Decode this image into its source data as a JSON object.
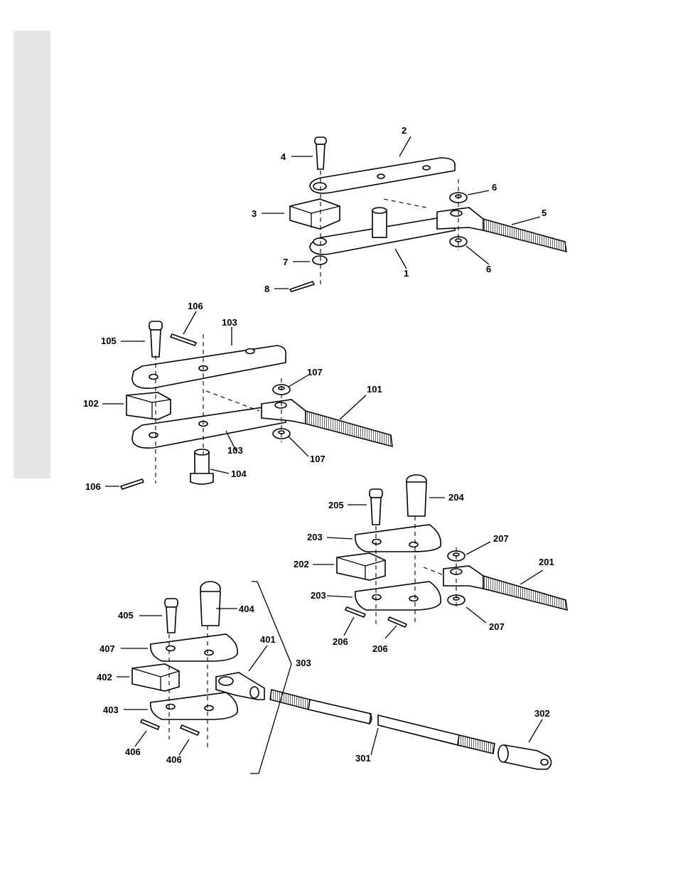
{
  "labels": {
    "g1": [
      "1",
      "2",
      "3",
      "4",
      "5",
      "6",
      "6",
      "7",
      "8"
    ],
    "g2": [
      "101",
      "102",
      "103",
      "103",
      "104",
      "105",
      "106",
      "106",
      "107",
      "107"
    ],
    "g3": [
      "201",
      "202",
      "203",
      "203",
      "204",
      "205",
      "206",
      "206",
      "207",
      "207"
    ],
    "g4": [
      "301",
      "302",
      "303"
    ],
    "g5": [
      "401",
      "402",
      "403",
      "404",
      "405",
      "406",
      "406",
      "407"
    ]
  }
}
